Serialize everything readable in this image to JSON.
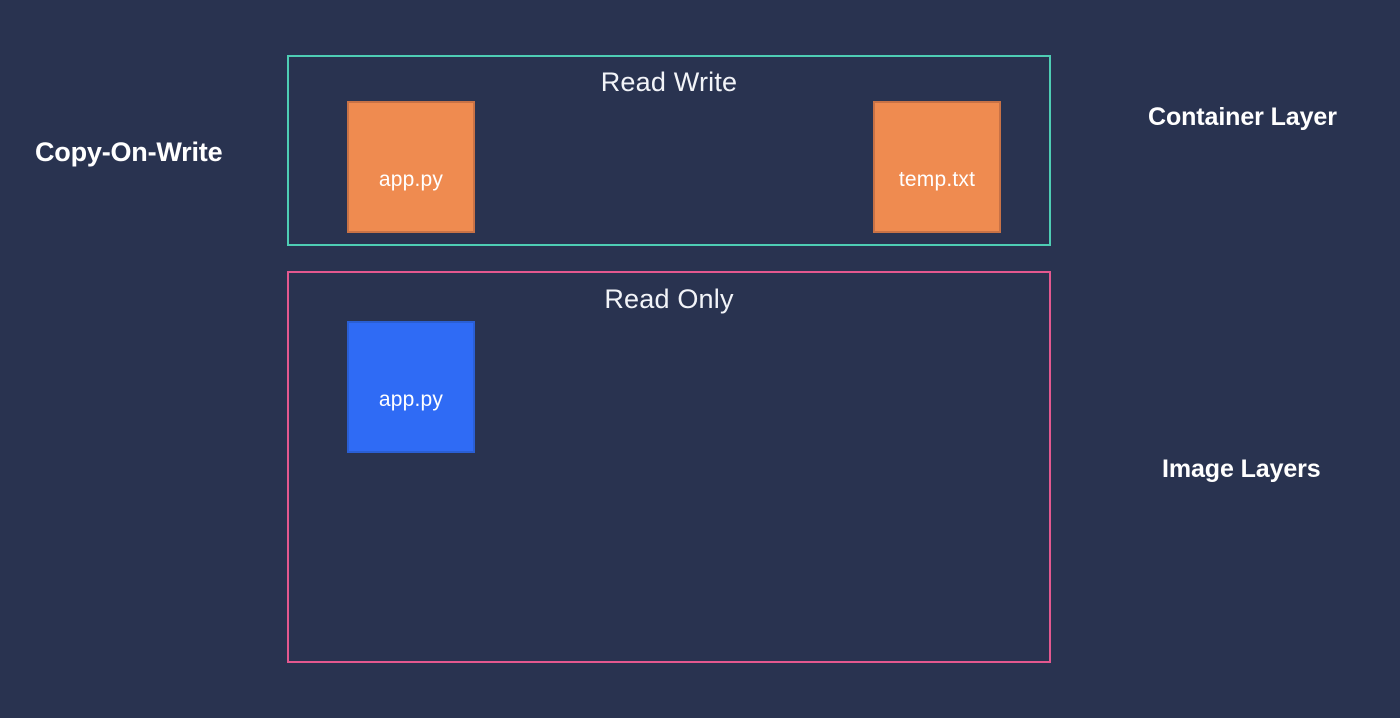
{
  "diagram": {
    "title": "Copy-On-Write",
    "background_color": "#293350",
    "side_heading": "Copy-On-Write",
    "right_labels": {
      "container_layer": "Container Layer",
      "image_layers": "Image Layers"
    },
    "layers": [
      {
        "id": "read-write",
        "caption": "Read Write",
        "border_color": "#4ecdb4",
        "role": "container-layer",
        "files": [
          {
            "name": "app.py",
            "fill_color": "#ef8b50",
            "border_color": "#c87246"
          },
          {
            "name": "temp.txt",
            "fill_color": "#ef8b50",
            "border_color": "#c87246"
          }
        ]
      },
      {
        "id": "read-only",
        "caption": "Read Only",
        "border_color": "#e3588f",
        "role": "image-layers",
        "files": [
          {
            "name": "app.py",
            "fill_color": "#2f6bf5",
            "border_color": "#2a5fd4"
          }
        ]
      }
    ]
  }
}
